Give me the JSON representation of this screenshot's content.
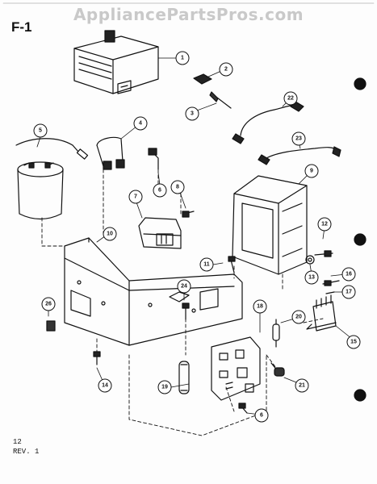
{
  "watermark": "AppliancePartsPros.com",
  "figure_label": "F-1",
  "page_number": "12",
  "revision": "REV. 1",
  "callouts": [
    "1",
    "2",
    "3",
    "4",
    "5",
    "6",
    "7",
    "8",
    "9",
    "10",
    "11",
    "12",
    "13",
    "16",
    "17",
    "18",
    "19",
    "20",
    "21",
    "22",
    "23",
    "24",
    "26",
    "14",
    "15"
  ]
}
